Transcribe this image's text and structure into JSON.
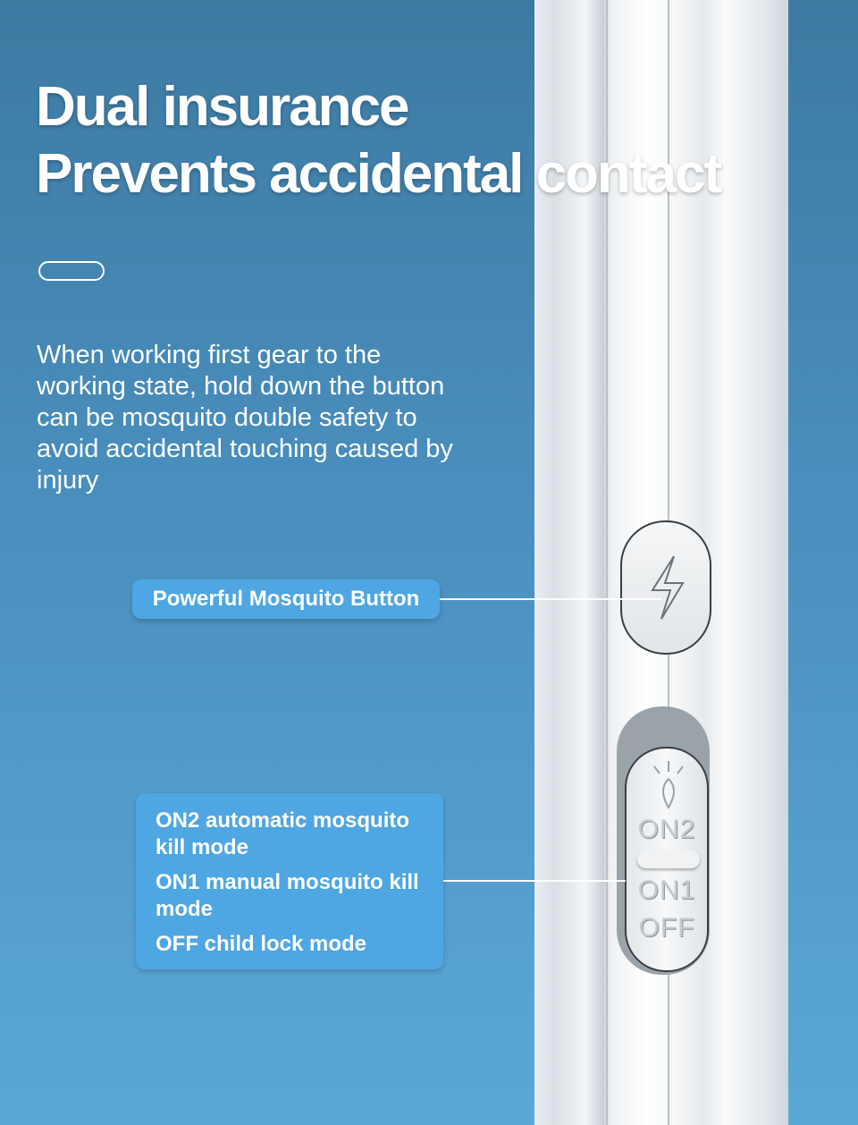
{
  "headline": {
    "line1": "Dual insurance",
    "line2": "Prevents accidental contact"
  },
  "description": "When working first gear to the working state, hold down the button can be mosquito double safety to avoid accidental touching caused by injury",
  "callouts": {
    "button": "Powerful Mosquito Button",
    "modes": [
      "ON2 automatic mosquito kill mode",
      "ON1 manual mosquito kill mode",
      "OFF child lock mode"
    ]
  },
  "switch_labels": {
    "on2": "ON2",
    "on1": "ON1",
    "off": "OFF"
  },
  "colors": {
    "background_top": "#3d7aa2",
    "background_bottom": "#5aa8d8",
    "callout": "#4ea6e2"
  }
}
